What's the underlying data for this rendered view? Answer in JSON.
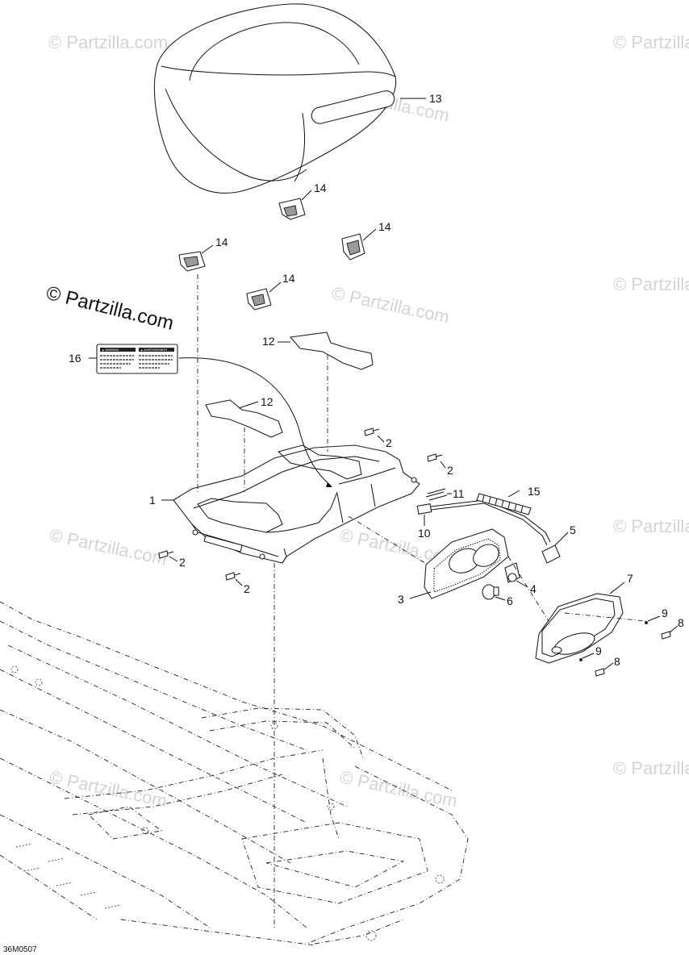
{
  "diagram_code": "36M0507",
  "brand_watermark": "© Partzilla.com",
  "faint_watermark": "© Partzilla.com",
  "label_text": {
    "left_heading": "▲ WARNING",
    "right_heading": "▲ AVERTISSEMENT"
  },
  "callouts": {
    "c1": "1",
    "c2a": "2",
    "c2b": "2",
    "c2c": "2",
    "c2d": "2",
    "c3": "3",
    "c4": "4",
    "c5": "5",
    "c6": "6",
    "c7": "7",
    "c8a": "8",
    "c8b": "8",
    "c9a": "9",
    "c9b": "9",
    "c10": "10",
    "c11": "11",
    "c12a": "12",
    "c12b": "12",
    "c13": "13",
    "c14a": "14",
    "c14b": "14",
    "c14c": "14",
    "c14d": "14",
    "c15": "15",
    "c16": "16"
  }
}
